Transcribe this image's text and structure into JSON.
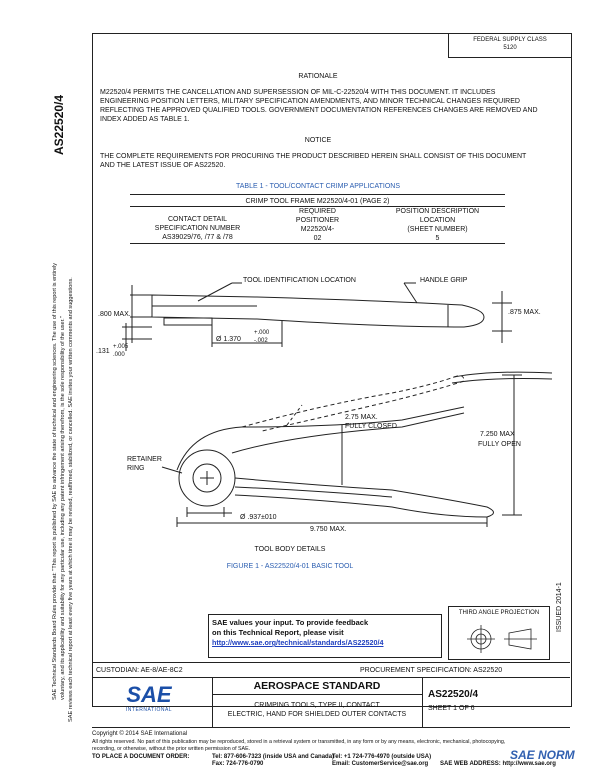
{
  "header": {
    "fedex_line1": "FEDERAL SUPPLY CLASS",
    "fedex_line2": "5120"
  },
  "doc_number_side": "AS22520/4",
  "left_margin": {
    "line1": "SAE Technical Standards Board Rules provide that: \"This report is published by SAE to advance the state of technical and engineering sciences. The use of this report is entirely",
    "line2": "voluntary, and its applicability and suitability for any particular use, including any patent infringement arising therefrom, is the sole responsibility of the user.\"",
    "line3": "SAE reviews each technical report at least every five years at which time it may be revised, reaffirmed, stabilized, or cancelled. SAE invites your written comments and suggestions."
  },
  "rationale": {
    "title": "RATIONALE",
    "body": "M22520/4 PERMITS THE CANCELLATION AND SUPERSESSION OF MIL-C-22520/4 WITH THIS DOCUMENT. IT INCLUDES ENGINEERING POSITION LETTERS, MILITARY SPECIFICATION AMENDMENTS, AND MINOR TECHNICAL CHANGES REQUIRED REFLECTING THE APPROVED QUALIFIED TOOLS. GOVERNMENT DOCUMENTATION REFERENCES CHANGES ARE REMOVED AND INDEX ADDED AS TABLE 1."
  },
  "notice": {
    "title": "NOTICE",
    "body": "THE COMPLETE REQUIREMENTS FOR PROCURING THE PRODUCT DESCRIBED HEREIN SHALL CONSIST OF THIS DOCUMENT AND THE LATEST ISSUE OF AS22520."
  },
  "table1": {
    "caption": "TABLE 1 - TOOL/CONTACT CRIMP APPLICATIONS",
    "frame_header": "CRIMP TOOL FRAME M22520/4-01 (PAGE 2)",
    "col1_header": [
      "CONTACT DETAIL",
      "SPECIFICATION NUMBER"
    ],
    "col2_header": [
      "REQUIRED",
      "POSITIONER",
      "M22520/4-"
    ],
    "col3_header": [
      "POSITION DESCRIPTION",
      "LOCATION",
      "(SHEET NUMBER)"
    ],
    "row": [
      "AS39029/76, /77 & /78",
      "02",
      "5"
    ]
  },
  "figure": {
    "label_tool_id": "TOOL IDENTIFICATION LOCATION",
    "label_handle_grip": "HANDLE GRIP",
    "dim_800": ".800 MAX.",
    "dim_875": ".875 MAX.",
    "dim_1370": "Ø 1.370",
    "dim_1370_tol_plus": "+.000",
    "dim_1370_tol_minus": "-.002",
    "dim_131": ".131",
    "dim_131_tol_plus": "+.005",
    "dim_131_tol_minus": ".000",
    "dim_275_line1": "2.75 MAX.",
    "dim_275_line2": "FULLY CLOSED",
    "dim_7250_line1": "7.250 MAX",
    "dim_7250_line2": "FULLY OPEN",
    "label_retainer_1": "RETAINER",
    "label_retainer_2": "RING",
    "dim_937": "Ø .937±010",
    "dim_9750": "9.750 MAX.",
    "label_body": "TOOL BODY DETAILS",
    "caption": "FIGURE 1 - AS22520/4-01 BASIC TOOL"
  },
  "feedback": {
    "line1": "SAE values your input. To provide feedback",
    "line2": "on this Technical Report, please visit",
    "url": "http://www.sae.org/technical/standards/AS22520/4"
  },
  "projection_label": "THIRD ANGLE PROJECTION",
  "issued_side": "ISSUED 2014-1",
  "custodian": "CUSTODIAN: AE-8/AE-8C2",
  "procurement": "PROCUREMENT SPECIFICATION: AS22520",
  "title_block": {
    "sae_logo": "SAE",
    "sae_logo_sub": "INTERNATIONAL",
    "standard": "AEROSPACE STANDARD",
    "doc_number": "AS22520/4",
    "sheet": "SHEET 1 OF 6",
    "subtitle_line1": "CRIMPING TOOLS, TYPE II, CONTACT",
    "subtitle_line2": "ELECTRIC, HAND FOR SHIELDED OUTER CONTACTS"
  },
  "footer": {
    "copyright": "Copyright © 2014 SAE International",
    "rights_line1": "All rights reserved. No part of this publication may be reproduced, stored in a retrieval system or transmitted, in any form or by any means, electronic, mechanical, photocopying,",
    "rights_line2": "recording, or otherwise, without the prior written permission of SAE.",
    "order_label": "TO PLACE A DOCUMENT ORDER:",
    "tel1": "Tel: 877-606-7323 (inside USA and Canada)",
    "tel2": "Tel: +1 724-776-4970 (outside USA)",
    "fax": "Fax: 724-776-0790",
    "email": "Email: CustomerService@sae.org",
    "web": "SAE WEB ADDRESS: http://www.sae.org",
    "watermark": "SAE NORM"
  }
}
